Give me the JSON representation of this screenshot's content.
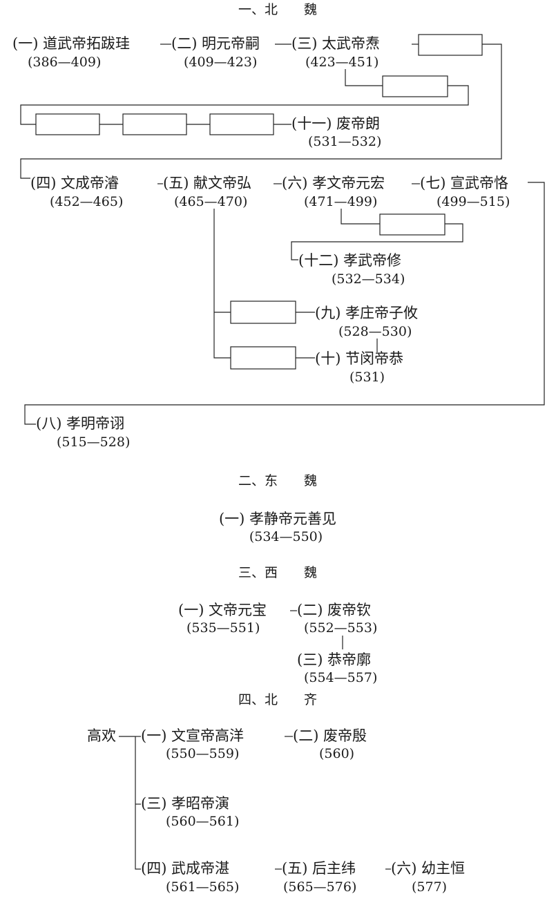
{
  "sections": [
    {
      "id": "beiwei",
      "heading": "一、北　　魏"
    },
    {
      "id": "dongwei",
      "heading": "二、东　　魏"
    },
    {
      "id": "xiwei",
      "heading": "三、西　　魏"
    },
    {
      "id": "beiqi",
      "heading": "四、北　　齐"
    }
  ],
  "emperors": [
    {
      "id": "bw1",
      "name": "(一) 道武帝拓跋珪",
      "years": "(386—409)"
    },
    {
      "id": "bw2",
      "name": "(二) 明元帝嗣",
      "years": "(409—423)"
    },
    {
      "id": "bw3",
      "name": "(三) 太武帝焘",
      "years": "(423—451)"
    },
    {
      "id": "bw11",
      "name": "(十一) 废帝朗",
      "years": "(531—532)"
    },
    {
      "id": "bw4",
      "name": "(四) 文成帝濬",
      "years": "(452—465)"
    },
    {
      "id": "bw5",
      "name": "(五) 献文帝弘",
      "years": "(465—470)"
    },
    {
      "id": "bw6",
      "name": "(六) 孝文帝元宏",
      "years": "(471—499)"
    },
    {
      "id": "bw7",
      "name": "(七) 宣武帝恪",
      "years": "(499—515)"
    },
    {
      "id": "bw12",
      "name": "(十二) 孝武帝修",
      "years": "(532—534)"
    },
    {
      "id": "bw9",
      "name": "(九) 孝庄帝子攸",
      "years": "(528—530)"
    },
    {
      "id": "bw10",
      "name": "(十) 节闵帝恭",
      "years": "(531)"
    },
    {
      "id": "bw8",
      "name": "(八) 孝明帝诩",
      "years": "(515—528)"
    },
    {
      "id": "dw1",
      "name": "(一) 孝静帝元善见",
      "years": "(534—550)"
    },
    {
      "id": "xw1",
      "name": "(一) 文帝元宝",
      "years": "(535—551)"
    },
    {
      "id": "xw2",
      "name": "(二) 废帝钦",
      "years": "(552—553)"
    },
    {
      "id": "xw3",
      "name": "(三) 恭帝廓",
      "years": "(554—557)"
    },
    {
      "id": "gaohuan",
      "name": "高欢",
      "years": ""
    },
    {
      "id": "bq1",
      "name": "(一) 文宣帝高洋",
      "years": "(550—559)"
    },
    {
      "id": "bq2",
      "name": "(二) 废帝殷",
      "years": "(560)"
    },
    {
      "id": "bq3",
      "name": "(三) 孝昭帝演",
      "years": "(560—561)"
    },
    {
      "id": "bq4",
      "name": "(四) 武成帝湛",
      "years": "(561—565)"
    },
    {
      "id": "bq5",
      "name": "(五) 后主纬",
      "years": "(565—576)"
    },
    {
      "id": "bq6",
      "name": "(六) 幼主恒",
      "years": "(577)"
    }
  ]
}
